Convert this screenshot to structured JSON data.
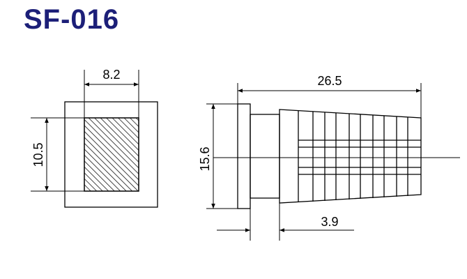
{
  "title": "SF-016",
  "colors": {
    "title": "#1c1f78",
    "line": "#000000",
    "background": "#ffffff"
  },
  "dimensions": {
    "front_width": "8.2",
    "front_height": "10.5",
    "side_length": "26.5",
    "side_height": "15.6",
    "flange_offset": "3.9"
  }
}
